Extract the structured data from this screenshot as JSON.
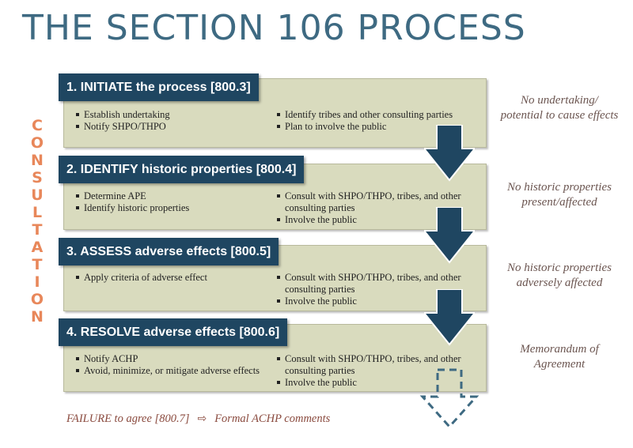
{
  "title": "THE SECTION 106 PROCESS",
  "consultation_letters": [
    "C",
    "O",
    "N",
    "S",
    "U",
    "L",
    "T",
    "A",
    "T",
    "I",
    "O",
    "N"
  ],
  "steps": [
    {
      "num": "1.",
      "verb": "INITIATE",
      "rest": " the process [800.3]",
      "left": [
        "Establish undertaking",
        "Notify SHPO/THPO"
      ],
      "right": [
        "Identify tribes and other consulting parties",
        "Plan to involve the public"
      ]
    },
    {
      "num": "2.",
      "verb": "IDENTIFY",
      "rest": " historic properties [800.4]",
      "left": [
        "Determine APE",
        "Identify historic properties"
      ],
      "right": [
        "Consult with SHPO/THPO, tribes, and other consulting parties",
        "Involve the public"
      ]
    },
    {
      "num": "3.",
      "verb": "ASSESS",
      "rest": " adverse effects [800.5]",
      "left": [
        "Apply criteria of adverse effect"
      ],
      "right": [
        "Consult with SHPO/THPO, tribes, and other consulting parties",
        "Involve the public"
      ]
    },
    {
      "num": "4.",
      "verb": "RESOLVE",
      "rest": " adverse effects [800.6]",
      "left": [
        "Notify ACHP",
        "Avoid, minimize, or mitigate adverse effects"
      ],
      "right": [
        "Consult with SHPO/THPO, tribes, and other consulting parties",
        "Involve the public"
      ]
    }
  ],
  "outcomes": [
    "No undertaking/ potential to cause effects",
    "No historic properties present/affected",
    "No historic properties adversely affected",
    "Memorandum of Agreement"
  ],
  "failure": {
    "text": "FAILURE to agree [800.7]",
    "result": "Formal  ACHP comments"
  },
  "colors": {
    "title": "#3e6a82",
    "header_bg": "#1f4661",
    "box_bg": "#d9dbbe",
    "consultation": "#e8875a",
    "outcome_text": "#6b5550",
    "failure_text": "#8a4a3e"
  }
}
